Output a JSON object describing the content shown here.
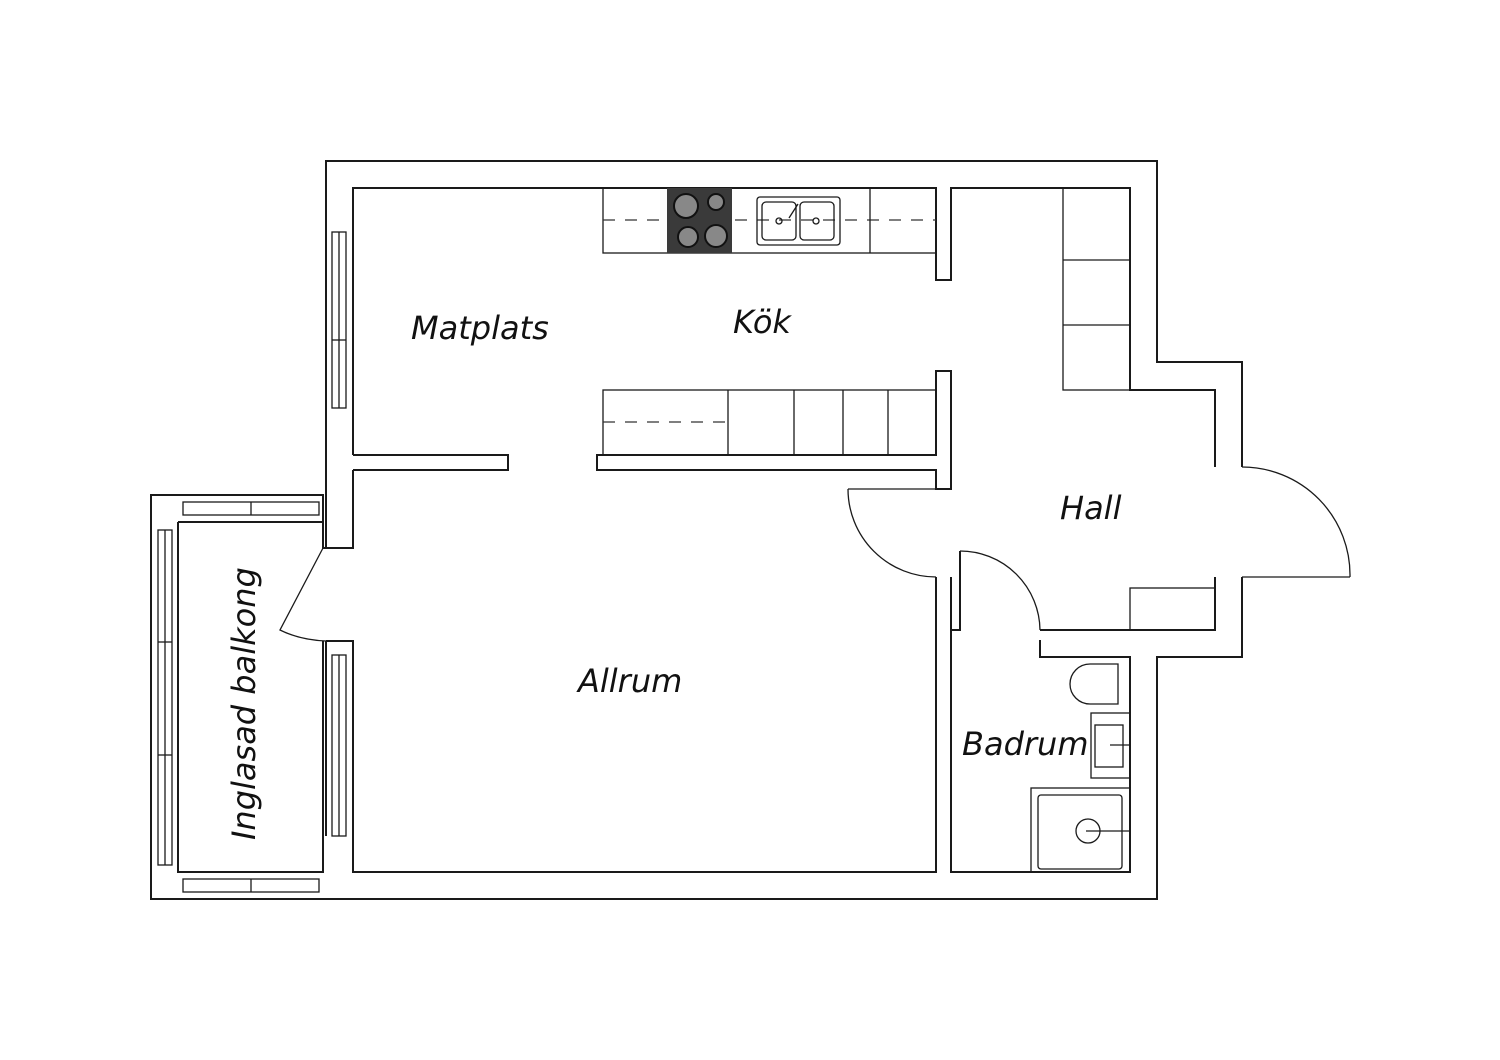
{
  "rooms": {
    "matplats": "Matplats",
    "kok": "Kök",
    "hall": "Hall",
    "allrum": "Allrum",
    "badrum": "Badrum",
    "balkong": "Inglasad balkong"
  },
  "colors": {
    "line": "#1a1a1a",
    "stove": "#3a3a3a",
    "burner": "#888888"
  }
}
